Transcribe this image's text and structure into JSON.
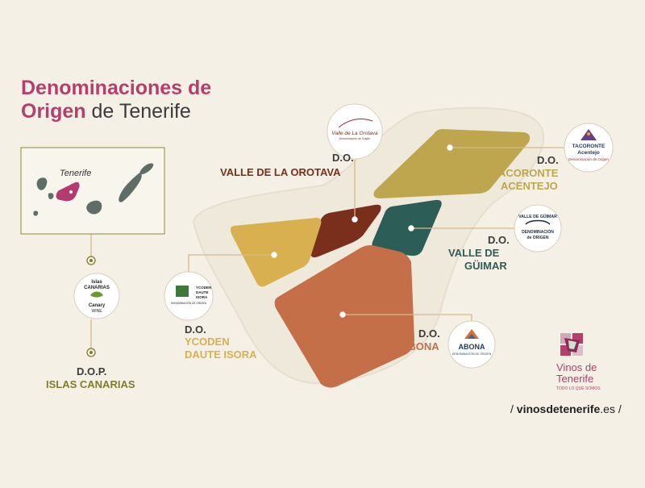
{
  "title": {
    "line1": "Denominaciones de",
    "line2_bold": "Origen",
    "line2_rest": " de Tenerife"
  },
  "colors": {
    "background": "#f4f0e6",
    "title_accent": "#b43f6b",
    "title_dark": "#3b3b3b",
    "orotava": "#7a2f1c",
    "tacoronte": "#bda64e",
    "guimar": "#2c5d57",
    "ycoden": "#d9b04f",
    "abona": "#c46f48",
    "islas": "#7e7d2f",
    "connector": "#d7b98a",
    "island_grey": "#5e6e66",
    "tenerife_pink": "#b33b70"
  },
  "map_inset": {
    "label": "Tenerife"
  },
  "regions": {
    "orotava": {
      "prefix": "D.O.",
      "name": "VALLE DE LA OROTAVA",
      "logo_text": "Valle de La Orotava",
      "logo_sub": "Denominación de Origen"
    },
    "tacoronte": {
      "prefix": "D.O.",
      "name_line1": "TACORONTE",
      "name_line2": "ACENTEJO",
      "logo_line1": "TACORONTE",
      "logo_line2": "Acentejo",
      "logo_sub": "Denominación de Origen"
    },
    "guimar": {
      "prefix": "D.O.",
      "name_line1": "VALLE DE",
      "name_line2": "GÜIMAR",
      "logo_line1": "VALLE DE GÜIMAR",
      "logo_line2": "DENOMINACIÓN",
      "logo_line3": "de ORIGEN"
    },
    "ycoden": {
      "prefix": "D.O.",
      "name_line1": "YCODEN",
      "name_line2": "DAUTE ISORA",
      "logo_line1": "YCODEN",
      "logo_line2": "DAUTE",
      "logo_line3": "ISORA",
      "logo_sub": "DENOMINACIÓN DE ORIGEN"
    },
    "abona": {
      "prefix": "D.O.",
      "name": "ABONA",
      "logo_text": "ABONA",
      "logo_sub": "DENOMINACIÓN DE ORIGEN"
    },
    "islas": {
      "prefix": "D.O.P.",
      "name": "ISLAS CANARIAS",
      "logo_line1": "Islas",
      "logo_line2": "CANARIAS",
      "logo_line3": "Canary",
      "logo_line4": "WINE"
    }
  },
  "brand": {
    "line1": "Vinos de",
    "line2": "Tenerife",
    "tagline": "TODO LO QUE SOMOS",
    "url_bold": "vinosdetenerife",
    "url_rest": ".es",
    "slash_open": "/ ",
    "slash_close": " /"
  }
}
